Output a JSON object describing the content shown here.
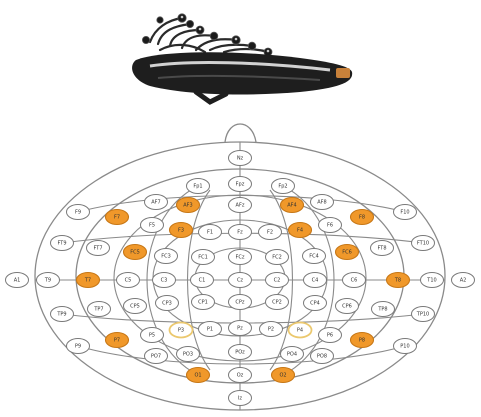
{
  "colors": {
    "highlight": "#F0982A",
    "highlight_stroke": "#C77716",
    "ring_highlight": "#EBC86E",
    "default_fill": "#FFFFFF",
    "default_stroke": "#7A7A7A",
    "grid_stroke": "#8A8A8A",
    "headset_dark": "#1E1E1E",
    "headset_accent": "#C8813A"
  },
  "headset": {
    "icon": "emotiv-eeg-headset-photo"
  },
  "montage": {
    "system": "10-10 electrode layout",
    "electrodes": [
      {
        "label": "Nz",
        "state": "normal"
      },
      {
        "label": "Fp1",
        "state": "normal"
      },
      {
        "label": "Fpz",
        "state": "normal"
      },
      {
        "label": "Fp2",
        "state": "normal"
      },
      {
        "label": "AF7",
        "state": "normal"
      },
      {
        "label": "AF3",
        "state": "highlight"
      },
      {
        "label": "AFz",
        "state": "normal"
      },
      {
        "label": "AF4",
        "state": "highlight"
      },
      {
        "label": "AF8",
        "state": "normal"
      },
      {
        "label": "F9",
        "state": "normal"
      },
      {
        "label": "F7",
        "state": "highlight"
      },
      {
        "label": "F5",
        "state": "normal"
      },
      {
        "label": "F3",
        "state": "highlight"
      },
      {
        "label": "F1",
        "state": "normal"
      },
      {
        "label": "Fz",
        "state": "normal"
      },
      {
        "label": "F2",
        "state": "normal"
      },
      {
        "label": "F4",
        "state": "highlight"
      },
      {
        "label": "F6",
        "state": "normal"
      },
      {
        "label": "F8",
        "state": "highlight"
      },
      {
        "label": "F10",
        "state": "normal"
      },
      {
        "label": "FT9",
        "state": "normal"
      },
      {
        "label": "FT7",
        "state": "normal"
      },
      {
        "label": "FC5",
        "state": "highlight"
      },
      {
        "label": "FC3",
        "state": "normal"
      },
      {
        "label": "FC1",
        "state": "normal"
      },
      {
        "label": "FCz",
        "state": "normal"
      },
      {
        "label": "FC2",
        "state": "normal"
      },
      {
        "label": "FC4",
        "state": "normal"
      },
      {
        "label": "FC6",
        "state": "highlight"
      },
      {
        "label": "FT8",
        "state": "normal"
      },
      {
        "label": "FT10",
        "state": "normal"
      },
      {
        "label": "A1",
        "state": "normal"
      },
      {
        "label": "T9",
        "state": "normal"
      },
      {
        "label": "T7",
        "state": "highlight"
      },
      {
        "label": "C5",
        "state": "normal"
      },
      {
        "label": "C3",
        "state": "normal"
      },
      {
        "label": "C1",
        "state": "normal"
      },
      {
        "label": "Cz",
        "state": "normal"
      },
      {
        "label": "C2",
        "state": "normal"
      },
      {
        "label": "C4",
        "state": "normal"
      },
      {
        "label": "C6",
        "state": "normal"
      },
      {
        "label": "T8",
        "state": "highlight"
      },
      {
        "label": "T10",
        "state": "normal"
      },
      {
        "label": "A2",
        "state": "normal"
      },
      {
        "label": "TP9",
        "state": "normal"
      },
      {
        "label": "TP7",
        "state": "normal"
      },
      {
        "label": "CP5",
        "state": "normal"
      },
      {
        "label": "CP3",
        "state": "normal"
      },
      {
        "label": "CP1",
        "state": "normal"
      },
      {
        "label": "CPz",
        "state": "normal"
      },
      {
        "label": "CP2",
        "state": "normal"
      },
      {
        "label": "CP4",
        "state": "normal"
      },
      {
        "label": "CP6",
        "state": "normal"
      },
      {
        "label": "TP8",
        "state": "normal"
      },
      {
        "label": "TP10",
        "state": "normal"
      },
      {
        "label": "P9",
        "state": "normal"
      },
      {
        "label": "P7",
        "state": "highlight"
      },
      {
        "label": "P5",
        "state": "normal"
      },
      {
        "label": "P3",
        "state": "ring"
      },
      {
        "label": "P1",
        "state": "normal"
      },
      {
        "label": "Pz",
        "state": "normal"
      },
      {
        "label": "P2",
        "state": "normal"
      },
      {
        "label": "P4",
        "state": "ring"
      },
      {
        "label": "P6",
        "state": "normal"
      },
      {
        "label": "P8",
        "state": "highlight"
      },
      {
        "label": "P10",
        "state": "normal"
      },
      {
        "label": "PO7",
        "state": "normal"
      },
      {
        "label": "PO3",
        "state": "normal"
      },
      {
        "label": "POz",
        "state": "normal"
      },
      {
        "label": "PO4",
        "state": "normal"
      },
      {
        "label": "PO8",
        "state": "normal"
      },
      {
        "label": "O1",
        "state": "highlight"
      },
      {
        "label": "Oz",
        "state": "normal"
      },
      {
        "label": "O2",
        "state": "highlight"
      },
      {
        "label": "Iz",
        "state": "normal"
      }
    ]
  }
}
